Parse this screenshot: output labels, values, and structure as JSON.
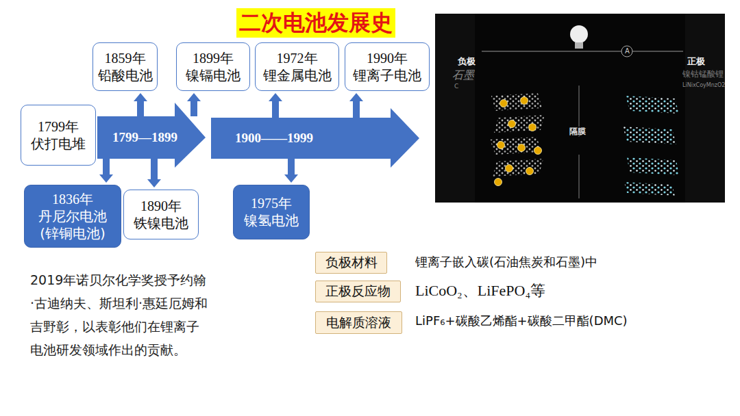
{
  "diagram": {
    "title": "二次电池发展史",
    "nodes": [
      {
        "text": [
          "1859年",
          "铅酸电池"
        ]
      },
      {
        "text": [
          "1899年",
          "镍镉电池"
        ]
      },
      {
        "text": [
          "1972年",
          "锂金属电池"
        ]
      },
      {
        "text": [
          "1990年",
          "锂离子电池"
        ]
      },
      {
        "text": [
          "1799年",
          "伏打电堆"
        ]
      },
      {
        "text": [
          "1799—1899"
        ]
      },
      {
        "text": [
          "1900——1999"
        ]
      },
      {
        "text": [
          "1836年",
          "丹尼尔电池 (锌铜电池)"
        ]
      },
      {
        "text": [
          "1890年",
          "铁镍电池"
        ]
      },
      {
        "text": [
          "1975年",
          "镍氢电池"
        ]
      },
      {
        "text": [
          "负极材料"
        ]
      },
      {
        "text": [
          "正极反应物"
        ]
      },
      {
        "text": [
          "电解质溶液"
        ]
      }
    ],
    "edges": [
      {
        "from": 5,
        "to": 0,
        "arrow": "to"
      },
      {
        "from": 5,
        "to": 1,
        "arrow": "to"
      },
      {
        "from": 6,
        "to": 2,
        "arrow": "to"
      },
      {
        "from": 6,
        "to": 3,
        "arrow": "to"
      },
      {
        "from": 5,
        "to": 7,
        "arrow": "to"
      },
      {
        "from": 5,
        "to": 8,
        "arrow": "to"
      },
      {
        "from": 6,
        "to": 9,
        "arrow": "to"
      }
    ],
    "labels": [
      "负极",
      "石墨",
      "C",
      "正极",
      "镍钴锰酸锂",
      "LiNixCoyMnzO2",
      "A",
      "隔膜",
      "2019年诺贝尔化学奖授予约翰·古迪纳夫、斯坦利·惠廷厄姆和吉野彰，以表彰他们在锂离子电池研发领域作出的贡献。",
      "锂离子嵌入碳(石油焦炭和石墨)中",
      "LiCoO₂、LiFePO₄等",
      "LiPF₆+碳酸乙烯酯+碳酸二甲酯(DMC)"
    ]
  }
}
